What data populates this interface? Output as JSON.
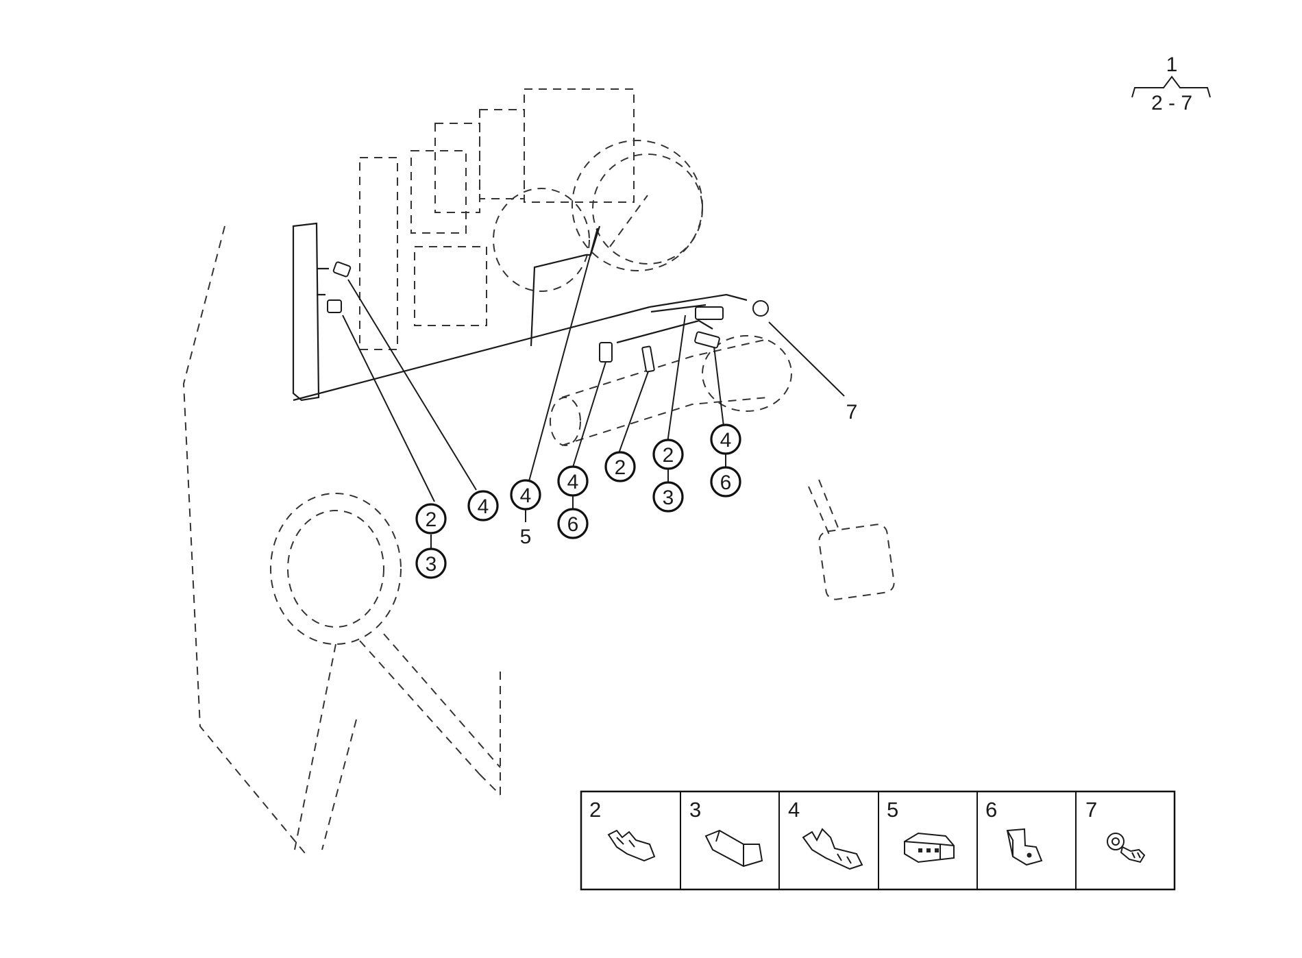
{
  "header": {
    "ref_main": "1",
    "ref_range": "2 - 7"
  },
  "callouts": {
    "c_left_a_top": "2",
    "c_left_a_bot": "3",
    "c_left_b": "4",
    "c_mid_a_top": "4",
    "c_mid_a_sub": "5",
    "c_mid_b_top": "4",
    "c_mid_b_bot": "6",
    "c_mid_c": "2",
    "c_mid_d_top": "2",
    "c_mid_d_bot": "3",
    "c_right_top": "4",
    "c_right_bot": "6",
    "c_far_right": "7"
  },
  "legend": {
    "cells": [
      {
        "number": "2",
        "icon": "terminal-hook-icon"
      },
      {
        "number": "3",
        "icon": "sleeve-connector-icon"
      },
      {
        "number": "4",
        "icon": "crimp-terminal-icon"
      },
      {
        "number": "5",
        "icon": "connector-housing-icon"
      },
      {
        "number": "6",
        "icon": "bracket-terminal-icon"
      },
      {
        "number": "7",
        "icon": "ring-terminal-icon"
      }
    ]
  }
}
